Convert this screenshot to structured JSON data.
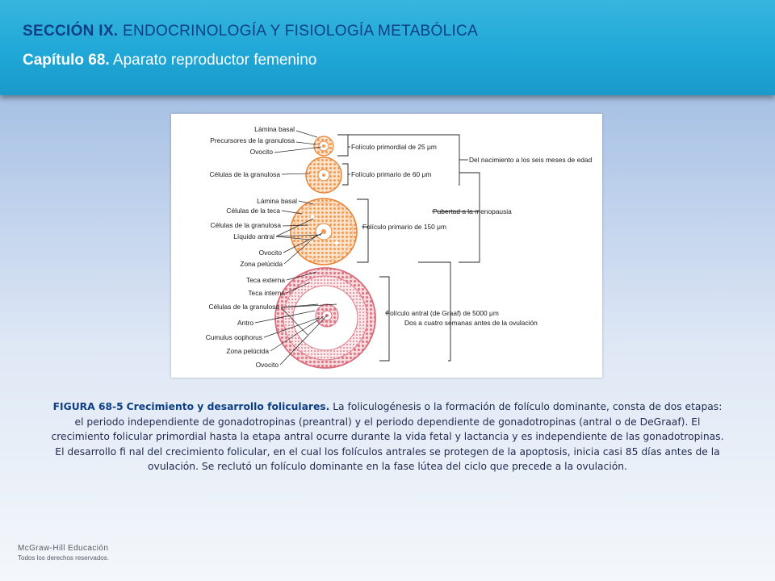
{
  "header": {
    "section_label": "SECCIÓN IX.",
    "section_title": "ENDOCRINOLOGÍA Y FISIOLOGÍA METABÓLICA",
    "chapter_label": "Capítulo 68.",
    "chapter_title": "Aparato reproductor femenino"
  },
  "figure": {
    "labels": {
      "lamina_basal_1": "Lámina basal",
      "precursores": "Precursores de la granulosa",
      "ovocito_1": "Ovocito",
      "celulas_granulosa_1": "Células de la granulosa",
      "lamina_basal_2": "Lámina basal",
      "celulas_teca": "Células de la teca",
      "celulas_granulosa_2": "Células de la granulosa",
      "liquido_antral": "Líquido antral",
      "ovocito_2": "Ovocito",
      "zona_pelucida_1": "Zona pelúcida",
      "teca_externa": "Teca externa",
      "teca_interna": "Teca interna",
      "celulas_granulosa_3": "Células de la granulosa",
      "antro": "Antro",
      "cumulus": "Cumulus oophorus",
      "zona_pelucida_2": "Zona pelúcida",
      "ovocito_3": "Ovocito"
    },
    "stages": {
      "primordial": "Folículo primordial de 25 μm",
      "nacimiento": "Del nacimiento a los seis meses de edad",
      "primario_60": "Folículo primario de 60 μm",
      "pubertad": "Pubertad a la menopausia",
      "primario_150": "Folículo primario de 150 μm",
      "antral": "Folículo antral (de Graaf) de 5000 μm",
      "dos_cuatro": "Dos a cuatro semanas antes de la ovulación"
    }
  },
  "caption": {
    "figure_id": "FIGURA 68-5",
    "figure_title": "Crecimiento y desarrollo foliculares.",
    "text": "La foliculogénesis o la formación de folículo dominante, consta de dos etapas: el periodo independiente de gonadotropinas (preantral) y el periodo dependiente de gonadotropinas (antral o de DeGraaf). El crecimiento folicular primordial hasta la etapa antral ocurre durante la vida fetal y lactancia y es independiente de las gonadotropinas. El desarrollo fi nal del crecimiento folicular, en el cual los folículos antrales se protegen de la apoptosis, inicia casi 85 días antes de la ovulación. Se reclutó un folículo dominante en la fase lútea del ciclo que precede a la ovulación."
  },
  "footer": {
    "publisher": "McGraw-Hill Educación",
    "rights": "Todos los derechos reservados."
  },
  "colors": {
    "header_bg": "#1ea6d6",
    "section_text": "#0e3f86",
    "follicle_orange": "#f29a52",
    "follicle_pink": "#e0808c"
  }
}
